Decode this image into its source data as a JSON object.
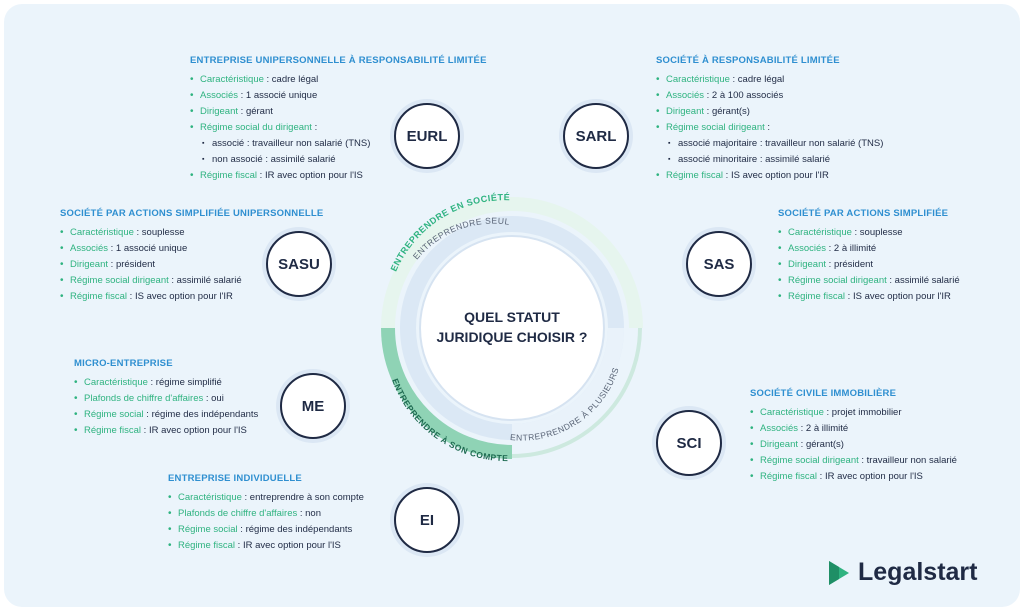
{
  "center": {
    "line1": "QUEL STATUT",
    "line2": "JURIDIQUE CHOISIR ?"
  },
  "rings": {
    "societe": "ENTREPRENDRE EN SOCIÉTÉ",
    "seul": "ENTREPRENDRE SEUL",
    "plusieurs": "ENTREPRENDRE À PLUSIEURS",
    "compte": "ENTREPRENDRE À SON COMPTE"
  },
  "colors": {
    "green": "#2fb380",
    "blue": "#2f8fd0",
    "navy": "#1f2a44"
  },
  "statuts": {
    "eurl": {
      "code": "EURL",
      "title": "ENTREPRISE UNIPERSONNELLE À RESPONSABILITÉ LIMITÉE",
      "items": [
        {
          "k": "Caractéristique",
          "v": " : cadre légal"
        },
        {
          "k": "Associés",
          "v": " : 1 associé unique"
        },
        {
          "k": "Dirigeant",
          "v": " : gérant"
        },
        {
          "k": "Régime social du dirigeant",
          "v": " :"
        },
        {
          "v": "associé : travailleur non salarié (TNS)"
        },
        {
          "v": "non associé : assimilé salarié"
        },
        {
          "k": "Régime fiscal",
          "v": " : IR avec option pour l'IS"
        }
      ]
    },
    "sarl": {
      "code": "SARL",
      "title": "SOCIÉTÉ À RESPONSABILITÉ LIMITÉE",
      "items": [
        {
          "k": "Caractéristique",
          "v": " : cadre légal"
        },
        {
          "k": "Associés",
          "v": " : 2 à 100 associés"
        },
        {
          "k": "Dirigeant",
          "v": " : gérant(s)"
        },
        {
          "k": "Régime social dirigeant",
          "v": " :"
        },
        {
          "v": "associé majoritaire : travailleur non salarié (TNS)"
        },
        {
          "v": "associé minoritaire : assimilé salarié"
        },
        {
          "k": "Régime fiscal",
          "v": " : IS avec option pour l'IR"
        }
      ]
    },
    "sasu": {
      "code": "SASU",
      "title": "SOCIÉTÉ PAR ACTIONS SIMPLIFIÉE UNIPERSONNELLE",
      "items": [
        {
          "k": "Caractéristique",
          "v": " : souplesse"
        },
        {
          "k": "Associés",
          "v": " : 1 associé unique"
        },
        {
          "k": "Dirigeant",
          "v": " : président"
        },
        {
          "k": "Régime social dirigeant",
          "v": " : assimilé salarié"
        },
        {
          "k": "Régime fiscal",
          "v": " : IS avec option pour l'IR"
        }
      ]
    },
    "sas": {
      "code": "SAS",
      "title": "SOCIÉTÉ PAR ACTIONS SIMPLIFIÉE",
      "items": [
        {
          "k": "Caractéristique",
          "v": " : souplesse"
        },
        {
          "k": "Associés",
          "v": " : 2 à illimité"
        },
        {
          "k": "Dirigeant",
          "v": " : président"
        },
        {
          "k": "Régime social dirigeant",
          "v": " : assimilé salarié"
        },
        {
          "k": "Régime fiscal",
          "v": " : IS avec option pour l'IR"
        }
      ]
    },
    "me": {
      "code": "ME",
      "title": "MICRO-ENTREPRISE",
      "items": [
        {
          "k": "Caractéristique",
          "v": " : régime simplifié"
        },
        {
          "k": "Plafonds de chiffre d'affaires",
          "v": " : oui"
        },
        {
          "k": "Régime social",
          "v": " : régime des indépendants"
        },
        {
          "k": "Régime fiscal",
          "v": " : IR avec option pour l'IS"
        }
      ]
    },
    "sci": {
      "code": "SCI",
      "title": "SOCIÉTÉ CIVILE IMMOBILIÈRE",
      "items": [
        {
          "k": "Caractéristique",
          "v": " : projet immobilier"
        },
        {
          "k": "Associés",
          "v": " : 2 à illimité"
        },
        {
          "k": "Dirigeant",
          "v": " : gérant(s)"
        },
        {
          "k": "Régime social dirigeant",
          "v": " : travailleur non salarié"
        },
        {
          "k": "Régime fiscal",
          "v": " : IR avec option pour l'IS"
        }
      ]
    },
    "ei": {
      "code": "EI",
      "title": "ENTREPRISE INDIVIDUELLE",
      "items": [
        {
          "k": "Caractéristique",
          "v": " : entreprendre à son compte"
        },
        {
          "k": "Plafonds de chiffre d'affaires",
          "v": " : non"
        },
        {
          "k": "Régime social",
          "v": " : régime des indépendants"
        },
        {
          "k": "Régime fiscal",
          "v": " : IR avec option pour l'IS"
        }
      ]
    }
  },
  "logo": {
    "text": "Legalstart"
  }
}
